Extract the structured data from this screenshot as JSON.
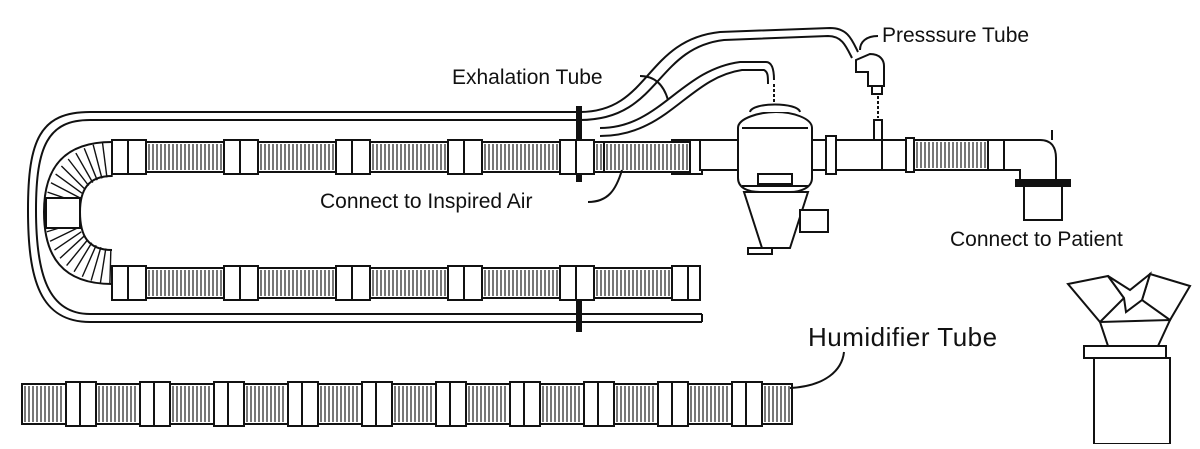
{
  "labels": {
    "pressure_tube": "Presssure Tube",
    "exhalation_tube": "Exhalation Tube",
    "inspired_air": "Connect to Inspired Air",
    "patient": "Connect to Patient",
    "humidifier_tube": "Humidifier Tube"
  },
  "colors": {
    "line": "#111111",
    "corrugation": "#7a7a7a",
    "background": "#ffffff"
  }
}
